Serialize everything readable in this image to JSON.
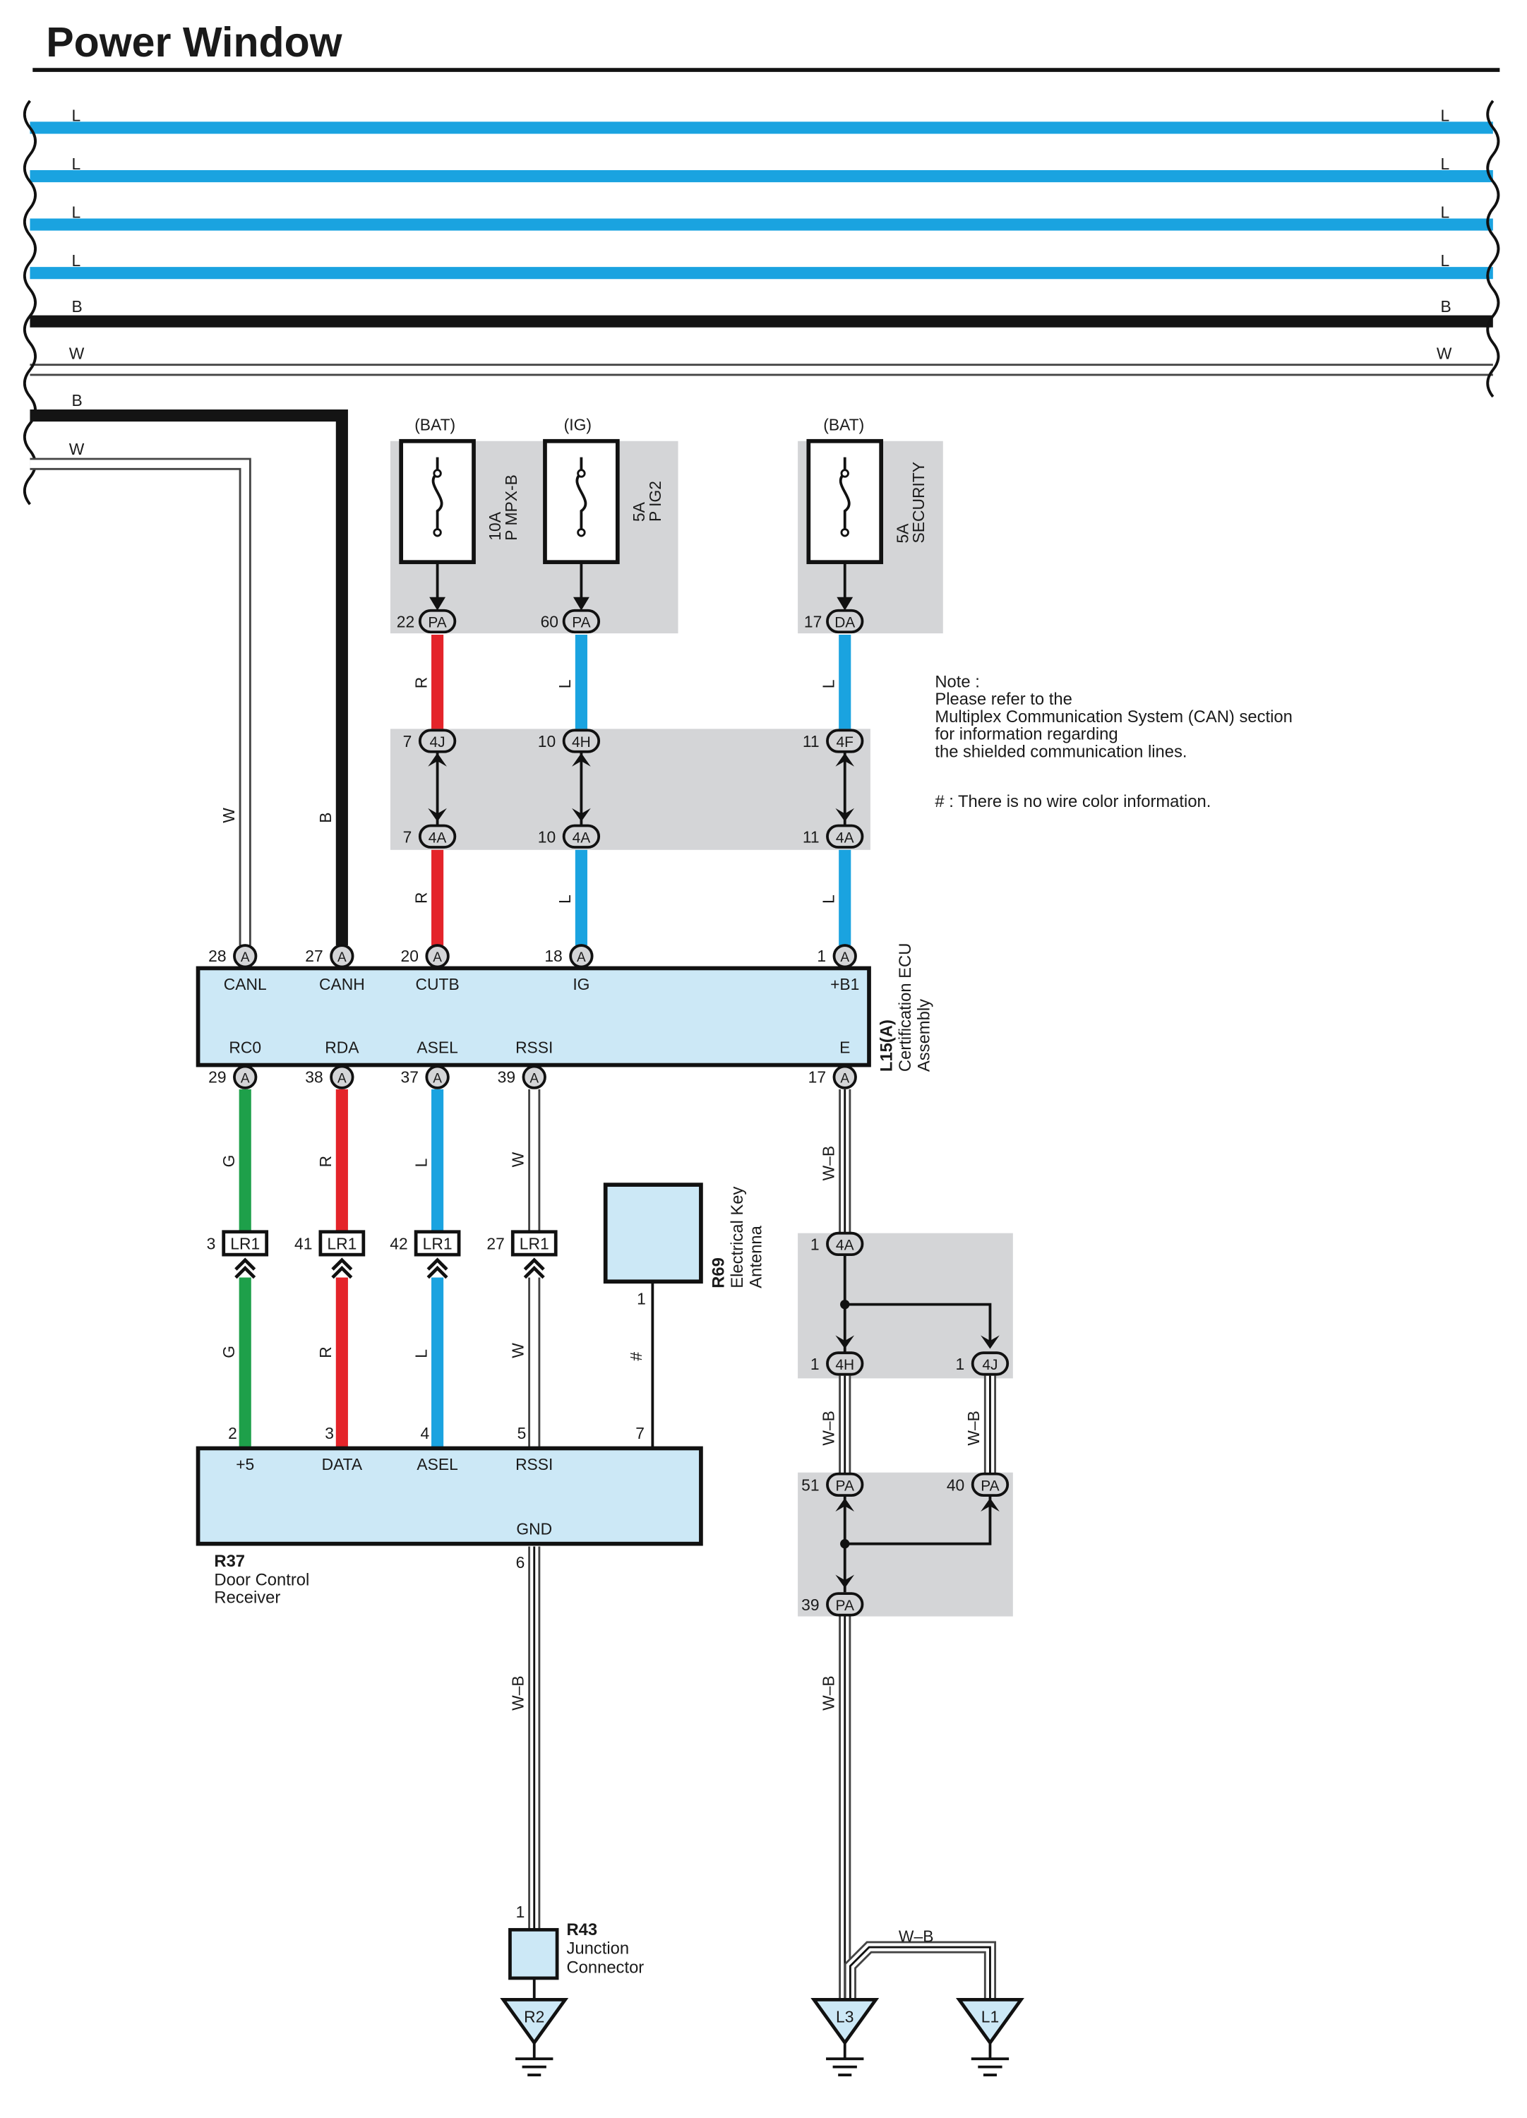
{
  "title": "Power Window",
  "colors": {
    "L": "#1aa3e0",
    "B": "#141414",
    "R": "#e4242a",
    "G": "#1ea04a",
    "W": "#ffffff",
    "box_fill": "#cce8f6",
    "shade": "#d4d5d7"
  },
  "buses": [
    {
      "label": "L"
    },
    {
      "label": "L"
    },
    {
      "label": "L"
    },
    {
      "label": "L"
    },
    {
      "label": "B"
    },
    {
      "label": "W"
    }
  ],
  "branch_labels": {
    "b": "B",
    "w": "W"
  },
  "fuses": [
    {
      "source": "(BAT)",
      "rating": "10A",
      "name": "P MPX-B",
      "pin": "22",
      "conn": "PA"
    },
    {
      "source": "(IG)",
      "rating": "5A",
      "name": "P IG2",
      "pin": "60",
      "conn": "PA"
    },
    {
      "source": "(BAT)",
      "rating": "5A",
      "name": "SECURITY",
      "pin": "17",
      "conn": "DA"
    }
  ],
  "junctions": {
    "upper": [
      {
        "pin": "7",
        "conn": "4J"
      },
      {
        "pin": "10",
        "conn": "4H"
      },
      {
        "pin": "11",
        "conn": "4F"
      }
    ],
    "lower": [
      {
        "pin": "7",
        "conn": "4A"
      },
      {
        "pin": "10",
        "conn": "4A"
      },
      {
        "pin": "11",
        "conn": "4A"
      }
    ]
  },
  "wire_labels": {
    "w": "W",
    "b": "B",
    "r": "R",
    "l": "L",
    "g": "G",
    "hash": "#",
    "wb": "W–B"
  },
  "note": {
    "line1": "Note :",
    "line2": "Please refer to the",
    "line3": "Multiplex Communication System (CAN) section",
    "line4": "for information regarding",
    "line5": "the shielded communication lines.",
    "line6": "# : There is no wire color information."
  },
  "ecu": {
    "code": "L15(A)",
    "name1": "Certification ECU",
    "name2": "Assembly",
    "conn": "A",
    "top_pins": [
      {
        "pin": "28",
        "label": "CANL"
      },
      {
        "pin": "27",
        "label": "CANH"
      },
      {
        "pin": "20",
        "label": "CUTB"
      },
      {
        "pin": "18",
        "label": "IG"
      },
      {
        "pin": "1",
        "label": "+B1"
      }
    ],
    "bottom_pins": [
      {
        "pin": "29",
        "label": "RC0"
      },
      {
        "pin": "38",
        "label": "RDA"
      },
      {
        "pin": "37",
        "label": "ASEL"
      },
      {
        "pin": "39",
        "label": "RSSI"
      },
      {
        "pin": "17",
        "label": "E"
      }
    ]
  },
  "lr1": [
    {
      "pin": "3",
      "conn": "LR1"
    },
    {
      "pin": "41",
      "conn": "LR1"
    },
    {
      "pin": "42",
      "conn": "LR1"
    },
    {
      "pin": "27",
      "conn": "LR1"
    }
  ],
  "antenna": {
    "code": "R69",
    "name1": "Electrical Key",
    "name2": "Antenna",
    "pin": "1"
  },
  "receiver": {
    "code": "R37",
    "name1": "Door Control",
    "name2": "Receiver",
    "pins": [
      {
        "pin": "2",
        "label": "+5"
      },
      {
        "pin": "3",
        "label": "DATA"
      },
      {
        "pin": "4",
        "label": "ASEL"
      },
      {
        "pin": "5",
        "label": "RSSI"
      },
      {
        "pin": "7",
        "label": ""
      }
    ],
    "gnd_label": "GND",
    "gnd_pin": "6"
  },
  "ground_junction": {
    "j4a": {
      "pin": "1",
      "conn": "4A"
    },
    "j4h": {
      "pin": "1",
      "conn": "4H"
    },
    "j4j": {
      "pin": "1",
      "conn": "4J"
    },
    "pa51": {
      "pin": "51",
      "conn": "PA"
    },
    "pa40": {
      "pin": "40",
      "conn": "PA"
    },
    "pa39": {
      "pin": "39",
      "conn": "PA"
    }
  },
  "junction_connector": {
    "code": "R43",
    "name1": "Junction",
    "name2": "Connector",
    "pin": "1"
  },
  "grounds": [
    {
      "label": "R2"
    },
    {
      "label": "L3"
    },
    {
      "label": "L1"
    }
  ]
}
